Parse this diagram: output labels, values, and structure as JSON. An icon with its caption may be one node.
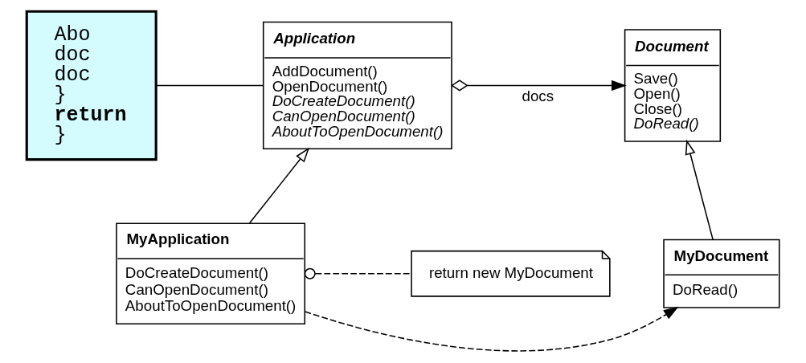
{
  "diagram": {
    "nodes": [
      {
        "text": [
          "Document",
          "Save()",
          "Open()",
          "Close()",
          "DoRead()"
        ]
      },
      {
        "text": [
          "Application",
          "AddDocument()",
          "OpenDocument()",
          "DoCreateDocument()",
          "CanOpenDocument()",
          "AboutToOpenDocument()"
        ]
      },
      {
        "text": [
          "Abo",
          "doc",
          "doc",
          "}",
          "return",
          "}"
        ]
      },
      {
        "text": [
          "MyDocument",
          "DoRead()"
        ]
      },
      {
        "text": [
          "MyApplication",
          "DoCreateDocument()",
          "CanOpenDocument()",
          "AboutToOpenDocument()"
        ]
      },
      {
        "text": [
          "return new MyDocument"
        ]
      }
    ],
    "edges": [
      {
        "from": 1,
        "to": 0,
        "arrow": "to",
        "label": "docs"
      },
      {
        "from": 3,
        "to": 0,
        "arrow": "to"
      },
      {
        "from": 4,
        "to": 1,
        "arrow": "to"
      },
      {
        "from": 4,
        "to": 3,
        "arrow": "to",
        "style": "dashed"
      },
      {
        "from": 2,
        "to": 1,
        "arrow": "none"
      },
      {
        "from": 4,
        "to": 5,
        "arrow": "other",
        "style": "dashed"
      }
    ]
  }
}
